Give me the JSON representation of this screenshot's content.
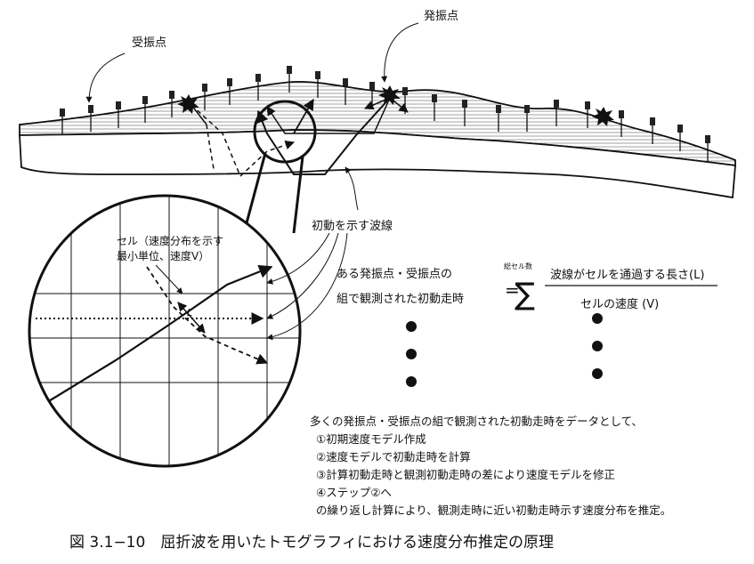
{
  "labels": {
    "receiver": "受振点",
    "source": "発振点",
    "first_arrival_wave": "初動を示す波線",
    "cell_line1": "セル（速度分布を示す",
    "cell_line2": "最小単位、速度V）",
    "cell_length": "L"
  },
  "formula": {
    "lhs_line1": "ある発振点・受振点の",
    "lhs_line2": "組で観測された初動走時",
    "equals": "=",
    "sigma": "∑",
    "sigma_label": "総セル数",
    "numerator": "波線がセルを通過する長さ(L)",
    "denominator": "セルの速度 (V)"
  },
  "procedure": {
    "intro": "多くの発振点・受振点の組で観測された初動走時をデータとして、",
    "steps": [
      "①初期速度モデル作成",
      "②速度モデルで初動走時を計算",
      "③計算初動走時と観測初動走時の差により速度モデルを修正",
      "④ステップ②へ"
    ],
    "outro": "の繰り返し計算により、観測走時に近い初動走時示す速度分布を推定。"
  },
  "caption": "図 3.1−10　屈折波を用いたトモグラフィにおける速度分布推定の原理",
  "colors": {
    "ink": "#111111",
    "hatch": "#8a8a8a",
    "paper": "#ffffff"
  },
  "icons": [
    "geophone-icon",
    "shot-burst-icon"
  ]
}
